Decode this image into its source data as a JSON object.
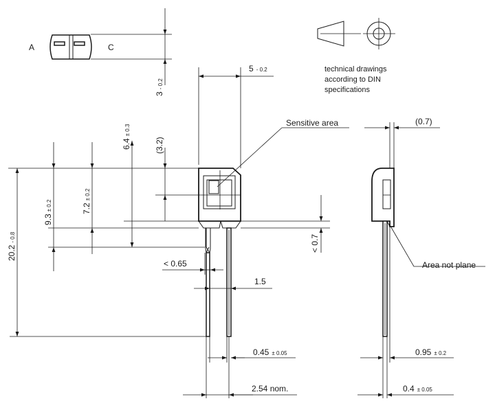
{
  "top_view": {
    "anode": "A",
    "cathode": "C"
  },
  "din_note": [
    "technical drawings",
    "according to DIN",
    "specifications"
  ],
  "labels": {
    "sensitive_area": "Sensitive area",
    "area_not_plane": "Area not plane"
  },
  "dims": {
    "d_5": {
      "value": "5",
      "tol": "- 0.2"
    },
    "d_3": {
      "value": "3",
      "tol": "- 0.2"
    },
    "d_6_4": {
      "value": "6.4",
      "tol": "± 0.3"
    },
    "d_3_2": {
      "value": "(3.2)"
    },
    "d_0_7_top": {
      "value": "(0.7)"
    },
    "d_9_3": {
      "value": "9.3",
      "tol": "± 0.2"
    },
    "d_7_2": {
      "value": "7.2",
      "tol": "± 0.2"
    },
    "d_20_2": {
      "value": "20.2",
      "tol": "- 0.8"
    },
    "d_lt_0_7": {
      "value": "< 0.7"
    },
    "d_lt_0_65": {
      "value": "< 0.65"
    },
    "d_1_5": {
      "value": "1.5"
    },
    "d_0_45": {
      "value": "0.45",
      "tol": "± 0.05"
    },
    "d_2_54": {
      "value": "2.54 nom."
    },
    "d_0_95": {
      "value": "0.95",
      "tol": "± 0.2"
    },
    "d_0_4": {
      "value": "0.4",
      "tol": "± 0.05"
    }
  }
}
